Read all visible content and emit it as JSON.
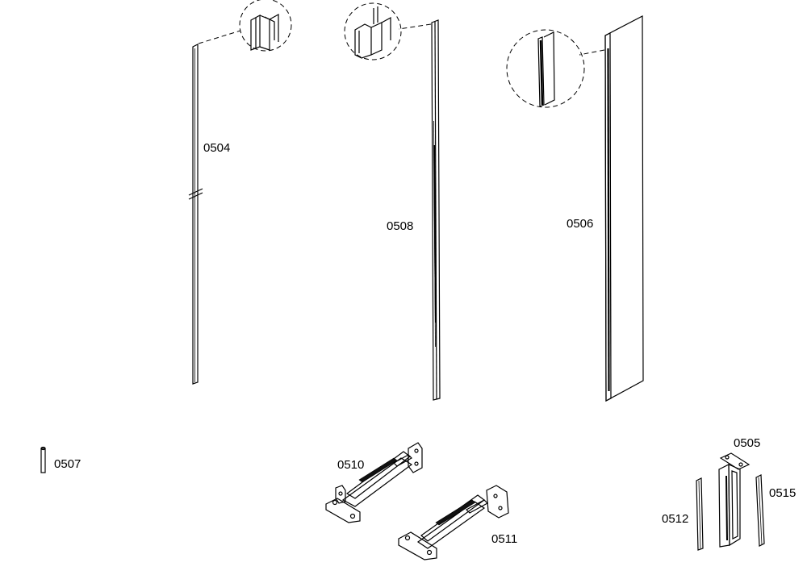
{
  "parts": {
    "p0504": "0504",
    "p0508": "0508",
    "p0506": "0506",
    "p0507": "0507",
    "p0510": "0510",
    "p0511": "0511",
    "p0505": "0505",
    "p0512": "0512",
    "p0515": "0515"
  }
}
